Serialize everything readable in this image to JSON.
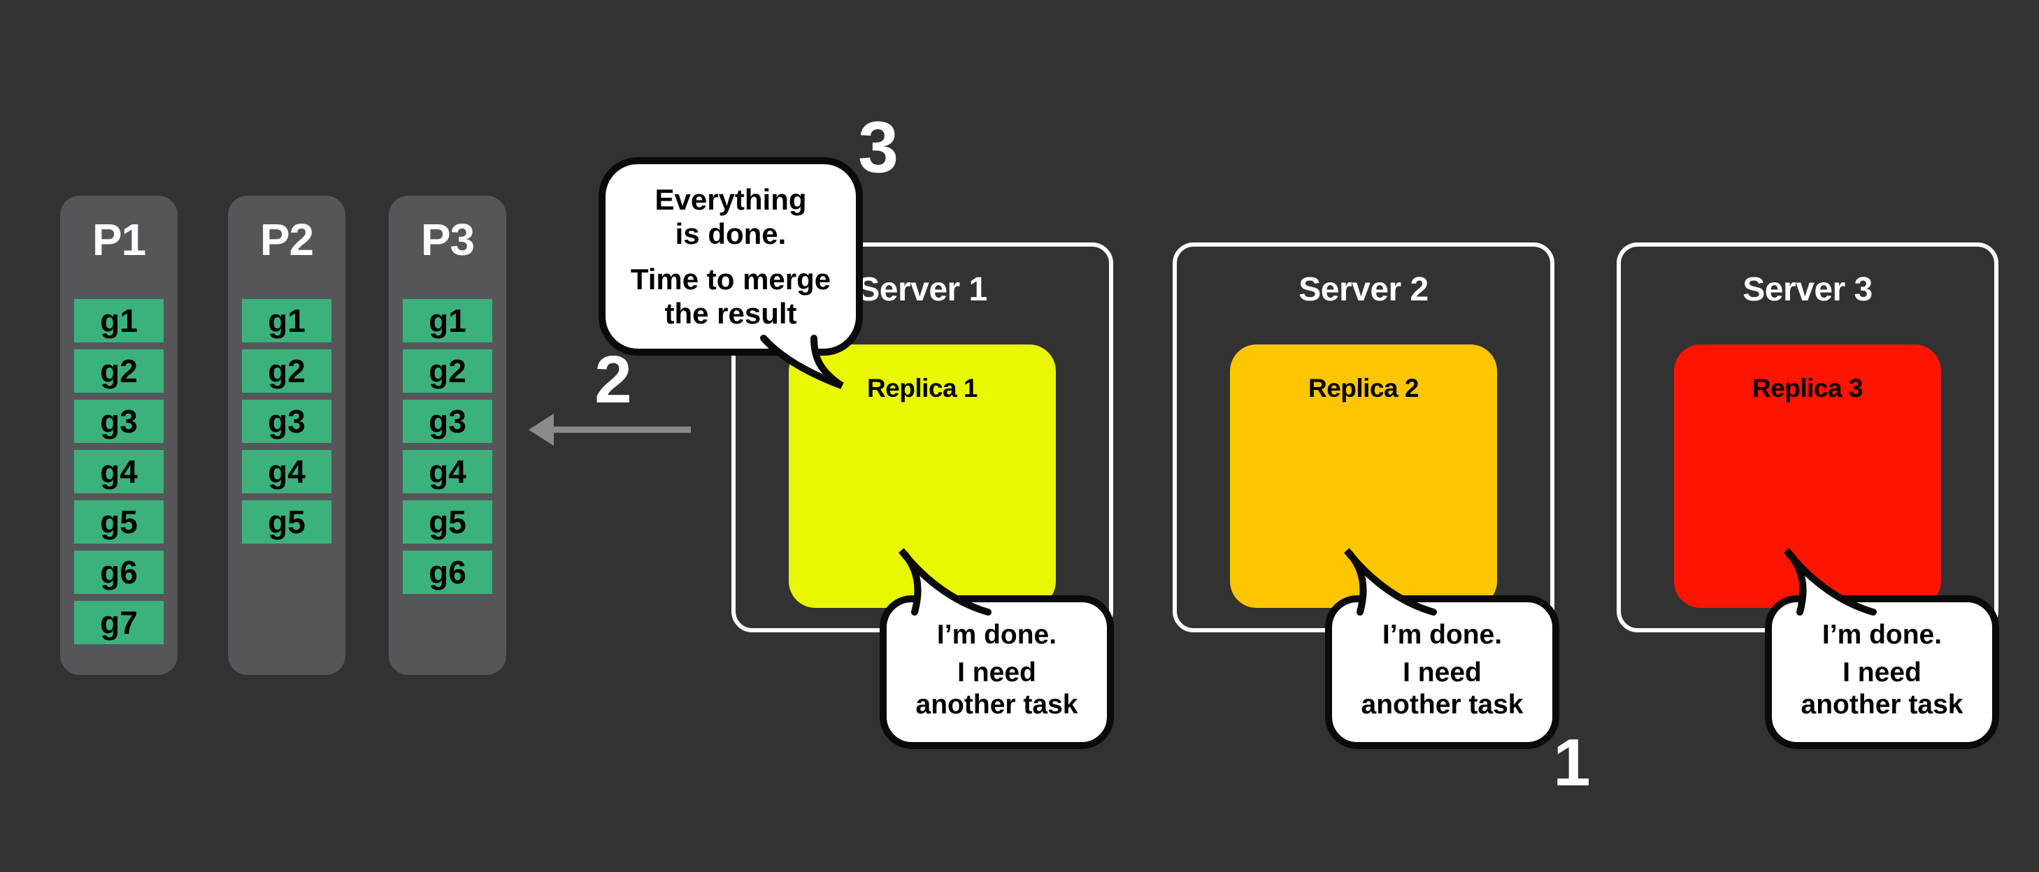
{
  "colors": {
    "background": "#323233",
    "partition_bg": "#56565a",
    "task_green": "#3bb27c",
    "replica_yellow": "#e9f702",
    "replica_orange": "#fec502",
    "replica_red": "#fe1501",
    "bubble_bg": "#ffffff",
    "bubble_border": "#0a0a0a",
    "arrow_gray": "#8b8b8c",
    "text_light": "#ffffff",
    "text_dark": "#000000"
  },
  "partitions": [
    {
      "label": "P1",
      "tasks": [
        "g1",
        "g2",
        "g3",
        "g4",
        "g5",
        "g6",
        "g7"
      ]
    },
    {
      "label": "P2",
      "tasks": [
        "g1",
        "g2",
        "g3",
        "g4",
        "g5"
      ]
    },
    {
      "label": "P3",
      "tasks": [
        "g1",
        "g2",
        "g3",
        "g4",
        "g5",
        "g6"
      ]
    }
  ],
  "servers": [
    {
      "label": "Server 1",
      "replica_label": "Replica 1",
      "replica_color": "#e9f702"
    },
    {
      "label": "Server 2",
      "replica_label": "Replica 2",
      "replica_color": "#fec502"
    },
    {
      "label": "Server 3",
      "replica_label": "Replica 3",
      "replica_color": "#fe1501"
    }
  ],
  "merge_bubble": {
    "line1": "Everything",
    "line2": "is done.",
    "line3": "Time to merge",
    "line4": "the result"
  },
  "done_bubble": {
    "line1": "I’m done.",
    "line2": "I need",
    "line3": "another task"
  },
  "steps": {
    "step1": "1",
    "step2": "2",
    "step3": "3"
  }
}
